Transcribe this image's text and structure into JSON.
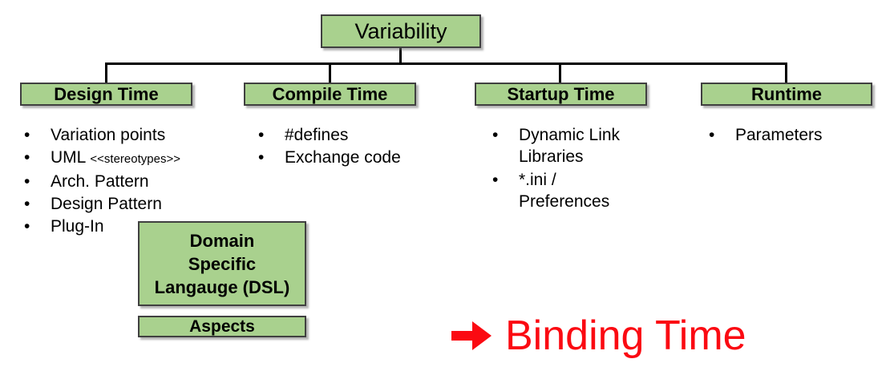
{
  "slide": {
    "root_node": {
      "label": "Variability"
    },
    "branches": [
      {
        "label": "Design Time",
        "items": [
          {
            "text": "Variation points"
          },
          {
            "text": "UML",
            "annotation": "<<stereotypes>>"
          },
          {
            "text": "Arch. Pattern"
          },
          {
            "text": "Design Pattern"
          },
          {
            "text": "Plug-In"
          }
        ]
      },
      {
        "label": "Compile Time",
        "items": [
          {
            "text": "#defines"
          },
          {
            "text": "Exchange code"
          }
        ]
      },
      {
        "label": "Startup Time",
        "items": [
          {
            "text": "Dynamic Link Libraries"
          },
          {
            "text": "*.ini / Preferences"
          }
        ]
      },
      {
        "label": "Runtime",
        "items": [
          {
            "text": "Parameters"
          }
        ]
      }
    ],
    "floating_nodes": [
      {
        "label": "Domain\nSpecific\nLangauge (DSL)"
      },
      {
        "label": "Aspects"
      }
    ],
    "annotation": {
      "icon": "right-arrow",
      "label": "Binding Time",
      "color": "#fb0a12"
    },
    "colors": {
      "node_fill": "#a9d18e",
      "node_border": "#404040",
      "connector": "#000000",
      "text": "#000000"
    }
  }
}
